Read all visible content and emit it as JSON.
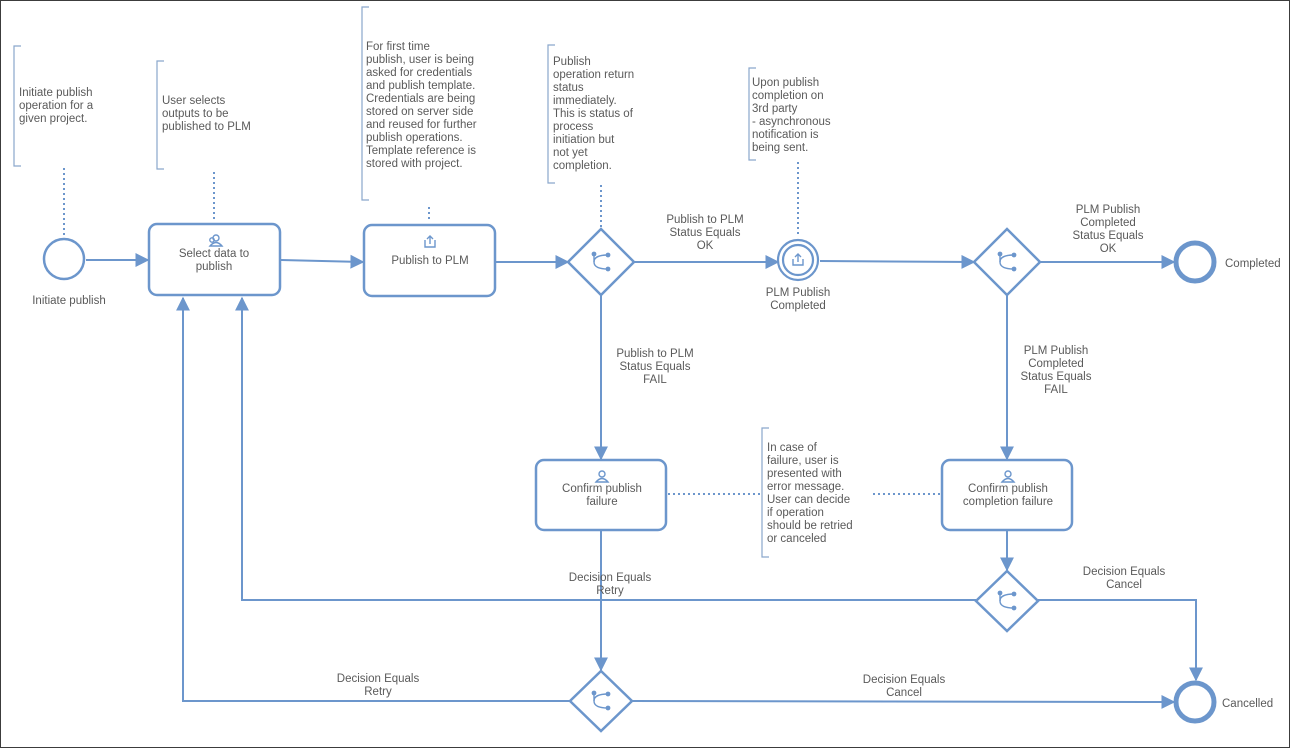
{
  "events": {
    "start": {
      "label": "Initiate publish"
    },
    "completed": {
      "label": "Completed"
    },
    "cancelled": {
      "label": "Cancelled"
    },
    "plm_publish_completed": {
      "label": [
        "PLM Publish",
        "Completed"
      ]
    }
  },
  "tasks": {
    "select_data": {
      "label": [
        "Select data to",
        "publish"
      ]
    },
    "publish_to_plm": {
      "label": [
        "Publish to PLM"
      ]
    },
    "confirm_publish_failure": {
      "label": [
        "Confirm publish",
        "failure"
      ]
    },
    "confirm_completion_failure": {
      "label": [
        "Confirm publish",
        "completion failure"
      ]
    }
  },
  "flow_labels": {
    "publish_ok": [
      "Publish to PLM",
      "Status Equals",
      "OK"
    ],
    "publish_fail": [
      "Publish to PLM",
      "Status Equals",
      "FAIL"
    ],
    "completed_ok": [
      "PLM Publish",
      "Completed",
      "Status Equals",
      "OK"
    ],
    "completed_fail": [
      "PLM Publish",
      "Completed",
      "Status Equals",
      "FAIL"
    ],
    "retry_top": [
      "Decision Equals",
      "Retry"
    ],
    "cancel_top": [
      "Decision Equals",
      "Cancel"
    ],
    "retry_bottom": [
      "Decision Equals",
      "Retry"
    ],
    "cancel_bottom": [
      "Decision Equals",
      "Cancel"
    ]
  },
  "annotations": {
    "initiate": [
      "Initiate publish",
      "operation for a",
      "given project."
    ],
    "select_outputs": [
      "User selects",
      "outputs to be",
      "published to PLM"
    ],
    "credentials": [
      "For first time",
      "publish, user is being",
      "asked for credentials",
      "and publish template.",
      "Credentials are being",
      "stored on server side",
      "and reused for further",
      "publish operations.",
      "Template reference is",
      "stored with project."
    ],
    "return_status": [
      "Publish",
      "operation return",
      "status",
      "immediately.",
      "This is status of",
      "process",
      "initiation but",
      "not yet",
      "completion."
    ],
    "async_notification": [
      "Upon publish",
      "completion on",
      "3rd party",
      "- asynchronous",
      "notification is",
      "being sent."
    ],
    "failure_info": [
      "In case of",
      "failure, user is",
      "presented with",
      "error message.",
      "User can decide",
      "if operation",
      "should be retried",
      "or canceled"
    ]
  }
}
